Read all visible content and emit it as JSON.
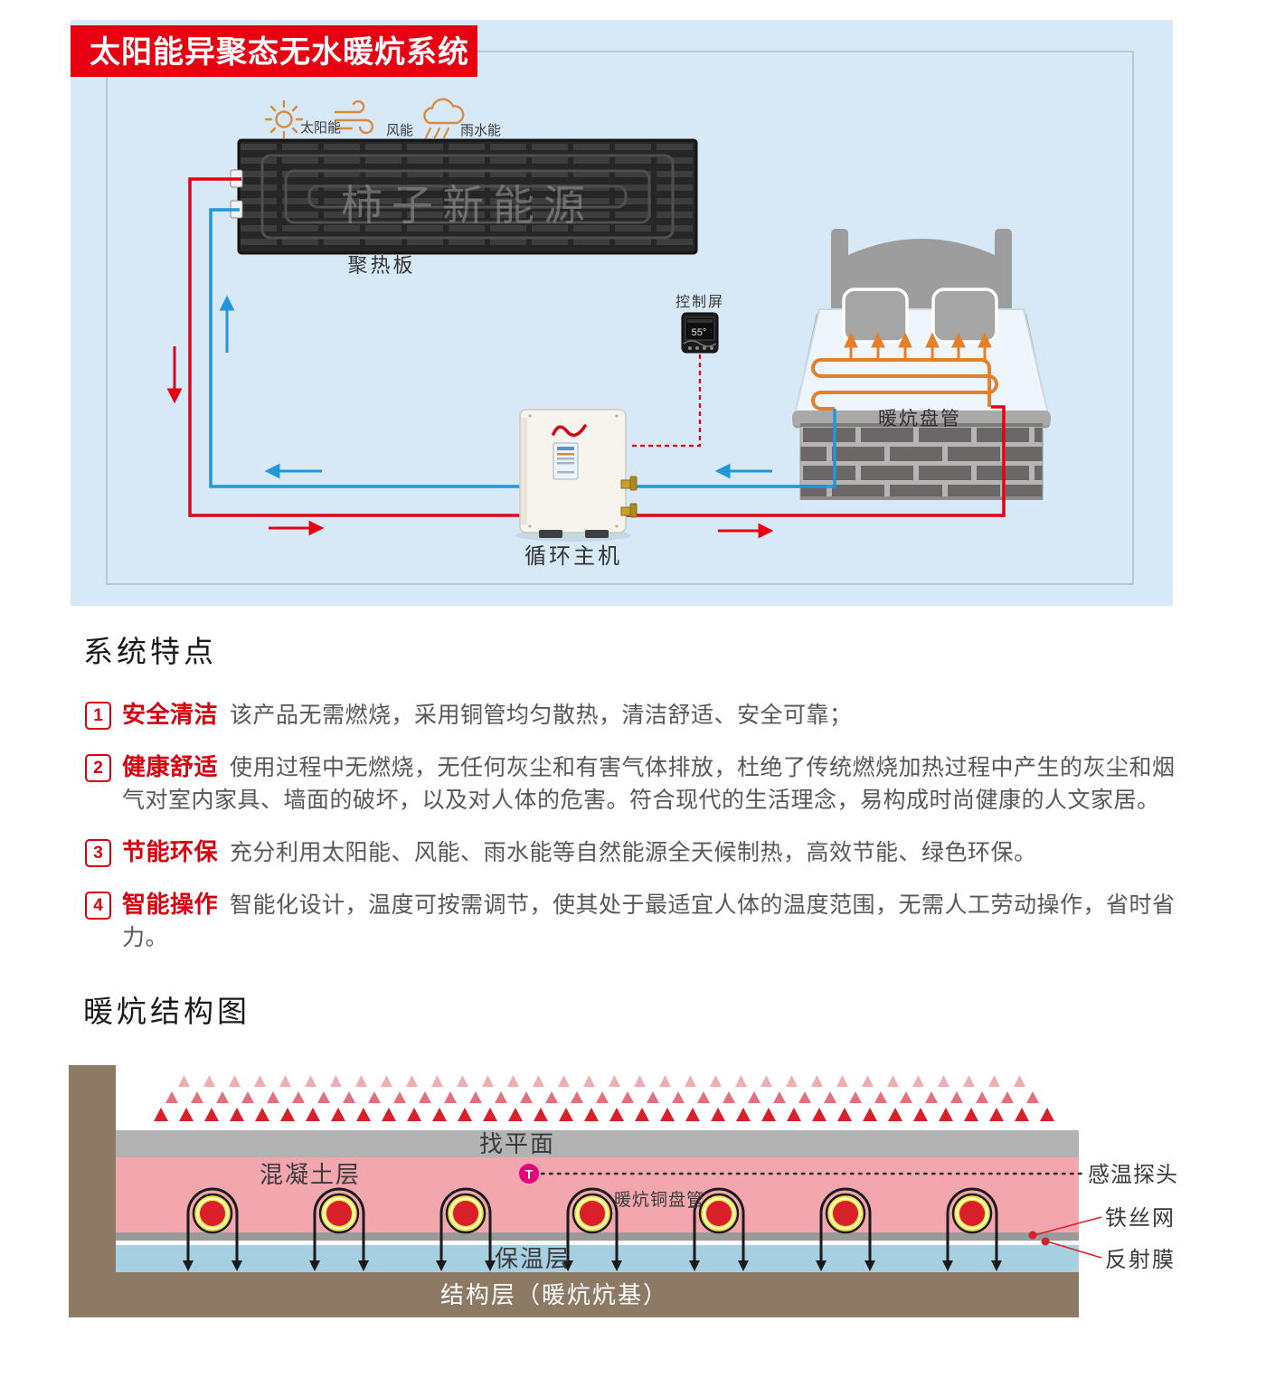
{
  "diagram": {
    "title": "太阳能异聚态无水暖炕系统",
    "energy": [
      {
        "icon": "sun-icon",
        "label": "太阳能"
      },
      {
        "icon": "wind-icon",
        "label": "风能"
      },
      {
        "icon": "rain-icon",
        "label": "雨水能"
      }
    ],
    "panel": {
      "watermark": "柿子新能源",
      "label": "聚热板"
    },
    "controller": {
      "label": "控制屏",
      "temp": "55°"
    },
    "bed": {
      "coil_label": "暖炕盘管"
    },
    "host": {
      "label": "循环主机"
    }
  },
  "features": {
    "heading": "系统特点",
    "items": [
      {
        "num": "1",
        "title": "安全清洁",
        "text": "该产品无需燃烧，采用铜管均匀散热，清洁舒适、安全可靠；"
      },
      {
        "num": "2",
        "title": "健康舒适",
        "text": "使用过程中无燃烧，无任何灰尘和有害气体排放，杜绝了传统燃烧加热过程中产生的灰尘和烟气对室内家具、墙面的破坏，以及对人体的危害。符合现代的生活理念，易构成时尚健康的人文家居。"
      },
      {
        "num": "3",
        "title": "节能环保",
        "text": "充分利用太阳能、风能、雨水能等自然能源全天候制热，高效节能、绿色环保。"
      },
      {
        "num": "4",
        "title": "智能操作",
        "text": "智能化设计，温度可按需调节，使其处于最适宜人体的温度范围，无需人工劳动操作，省时省力。"
      }
    ]
  },
  "structure": {
    "heading": "暖炕结构图",
    "labels": {
      "leveling": "找平面",
      "concrete": "混凝土层",
      "copper_coil": "暖炕铜盘管",
      "insulation": "保温层",
      "base": "结构层（暖炕炕基）",
      "sensor": "感温探头",
      "sensor_symbol": "T",
      "wire_mesh": "铁丝网",
      "reflective_film": "反射膜"
    }
  },
  "colors": {
    "banner_red": "#e60012",
    "pipe_red": "#e60012",
    "pipe_blue": "#2196d9",
    "accent_orange": "#e4802a",
    "feature_red": "#d7000f",
    "body_text_gray": "#595757",
    "diagram_bg_blue": "#d7e9f7",
    "concrete_pink": "#f3a6ae",
    "insulation_blue": "#a6cfe2",
    "base_brown": "#8d7a64",
    "sensor_pink": "#e5007e",
    "heat_triangle_red": "#d81f2a"
  }
}
